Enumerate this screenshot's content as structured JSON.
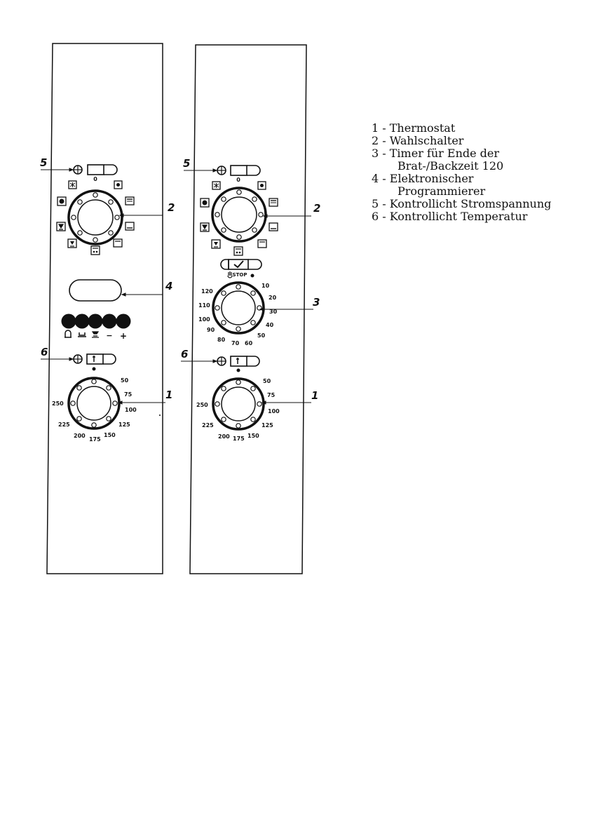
{
  "legend": [
    {
      "text": "1 - Thermostat"
    },
    {
      "text": "2 - Wahlschalter"
    },
    {
      "text": "3 - Timer für Ende der",
      "cont": "Brat-/Backzeit 120"
    },
    {
      "text": "4 - Elektronischer",
      "cont": "Programmierer"
    },
    {
      "text": "5 - Kontrollicht Stromspannung"
    },
    {
      "text": "6 - Kontrollicht Temperatur"
    }
  ],
  "panels": [
    {
      "callouts": {
        "power_light": "5",
        "selector": "2",
        "programmer": "4",
        "temp_light": "6",
        "thermostat": "1"
      },
      "selector_zero": "0",
      "programmer_symbols": [
        "bell-icon",
        "cook-pot-icon",
        "oven-icon",
        "−",
        "+"
      ],
      "thermostat_scale": [
        "50",
        "75",
        "100",
        "125",
        "150",
        "175",
        "200",
        "225",
        "250"
      ]
    },
    {
      "callouts": {
        "power_light": "5",
        "selector": "2",
        "timer": "3",
        "temp_light": "6",
        "thermostat": "1"
      },
      "selector_zero": "0",
      "timer_stop": "STOP",
      "timer_scale": [
        "10",
        "20",
        "30",
        "40",
        "50",
        "60",
        "70",
        "80",
        "90",
        "100",
        "110",
        "120"
      ],
      "thermostat_scale": [
        "50",
        "75",
        "100",
        "125",
        "150",
        "175",
        "200",
        "225",
        "250"
      ]
    }
  ]
}
